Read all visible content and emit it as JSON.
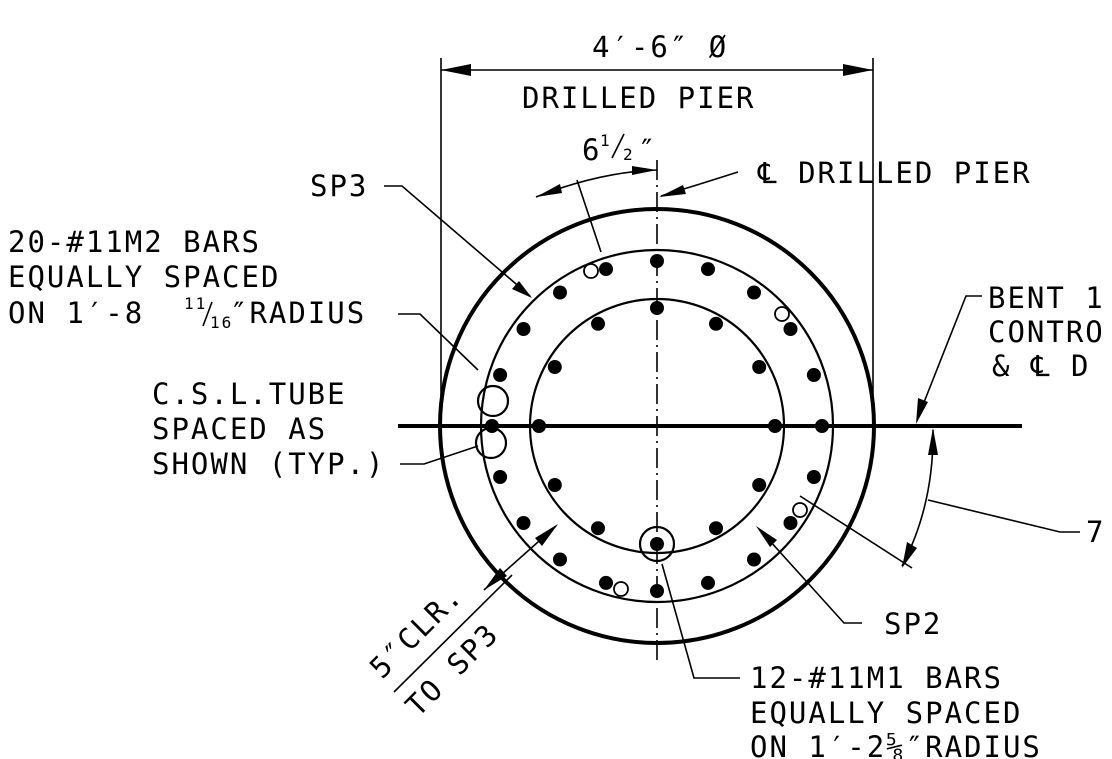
{
  "labels": {
    "dim_width": "4′-6″ Ø",
    "drilled_pier": "DRILLED PIER",
    "spacing_main": "6",
    "spacing_num": "1",
    "spacing_den": "2",
    "spacing_inch": "″",
    "cl_drilled_pier": "℄ DRILLED PIER",
    "sp3": "SP3",
    "m2_line1": "20-#11M2 BARS",
    "m2_line2": "EQUALLY SPACED",
    "m2_line3_a": "ON 1′-8",
    "m2_line3_num": "11",
    "m2_line3_den": "16",
    "m2_line3_b": "″RADIUS",
    "csl_line1": "C.S.L.TUBE",
    "csl_line2": "SPACED AS",
    "csl_line3": "SHOWN (TYP.)",
    "bent_line1": "BENT 1",
    "bent_line2": "CONTRO",
    "bent_line3": "& ℄ D",
    "angle_label": "7",
    "clr_line1": "5″CLR.",
    "clr_line2": "TO SP3",
    "sp2": "SP2",
    "m1_line1": "12-#11M1 BARS",
    "m1_line2": "EQUALLY SPACED",
    "m1_line3": "ON 1′-2⅝″RADIUS"
  }
}
